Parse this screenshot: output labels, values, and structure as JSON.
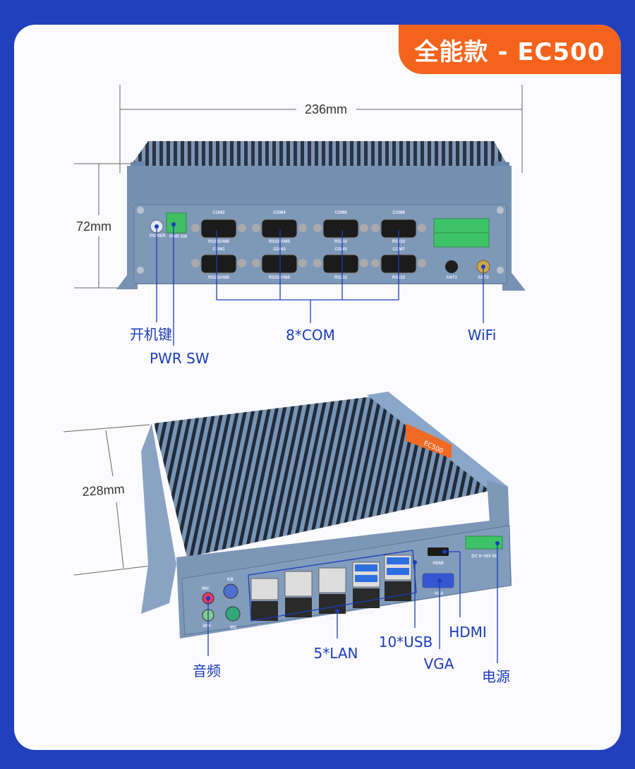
{
  "tag": "全能款 - EC500",
  "dimensions": {
    "width": "236mm",
    "height": "72mm",
    "depth": "228mm"
  },
  "front_panel": {
    "power_label": "POWER",
    "pwr_sw_label": "PWR SW",
    "com_top": [
      "COM2",
      "COM4",
      "COM6",
      "COM8"
    ],
    "com_top_types": [
      "RS232/485",
      "RS232/485",
      "RS232",
      "RS232"
    ],
    "com_bottom": [
      "COM1",
      "COM3",
      "COM5",
      "COM7"
    ],
    "com_bottom_types": [
      "RS232/485",
      "RS232/485",
      "RS232",
      "RS232"
    ],
    "ant1": "ANT1",
    "ant2": "ANT2"
  },
  "rear_panel": {
    "mic": "MIC",
    "spk": "SPK",
    "kb": "KB",
    "ms": "MS",
    "lan": [
      "LAN-1",
      "LAN-2",
      "LAN-3",
      "LAN-4",
      "LAN-5"
    ],
    "hdmi": "HDMI",
    "vga": "VGA",
    "dc_in": "DC 9~36V IN",
    "brand_label": "EC500"
  },
  "callouts": {
    "power_key": "开机键",
    "pwr_sw": "PWR SW",
    "com": "8*COM",
    "wifi": "WiFi",
    "audio": "音频",
    "lan": "5*LAN",
    "usb": "10*USB",
    "vga": "VGA",
    "hdmi": "HDMI",
    "power": "电源"
  },
  "colors": {
    "background": "#2140bd",
    "tag": "#f4631c",
    "callout": "#1c3cb8",
    "chassis": "#6f8bab"
  }
}
